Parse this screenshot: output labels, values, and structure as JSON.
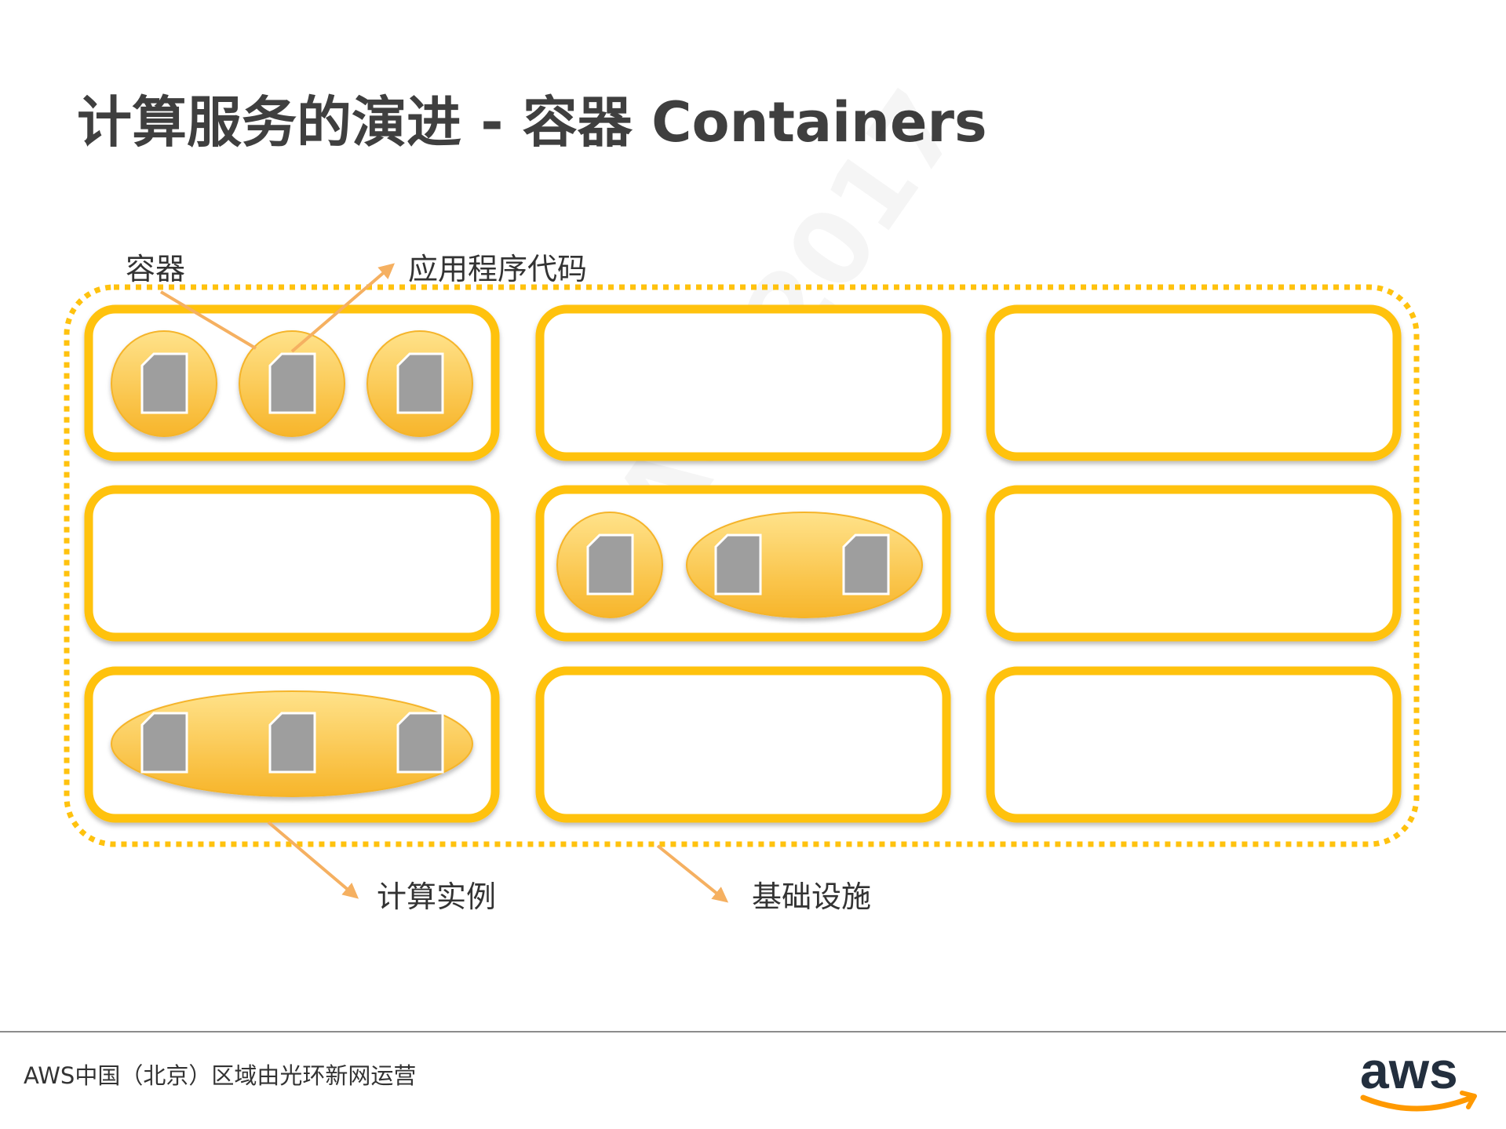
{
  "title": "计算服务的演进 - 容器 Containers",
  "labels": {
    "container": "容器",
    "app_code": "应用程序代码",
    "instance": "计算实例",
    "infrastructure": "基础设施"
  },
  "footer": {
    "operator_text": "AWS中国（北京）区域由光环新网运营",
    "logo_text": "aws"
  },
  "watermark": "SACC2017",
  "colors": {
    "accent": "#FFC20E",
    "accent_dark": "#F5A623",
    "doc_gray": "#9E9E9E",
    "arrow": "#F5B061",
    "title": "#3F3F3F"
  }
}
